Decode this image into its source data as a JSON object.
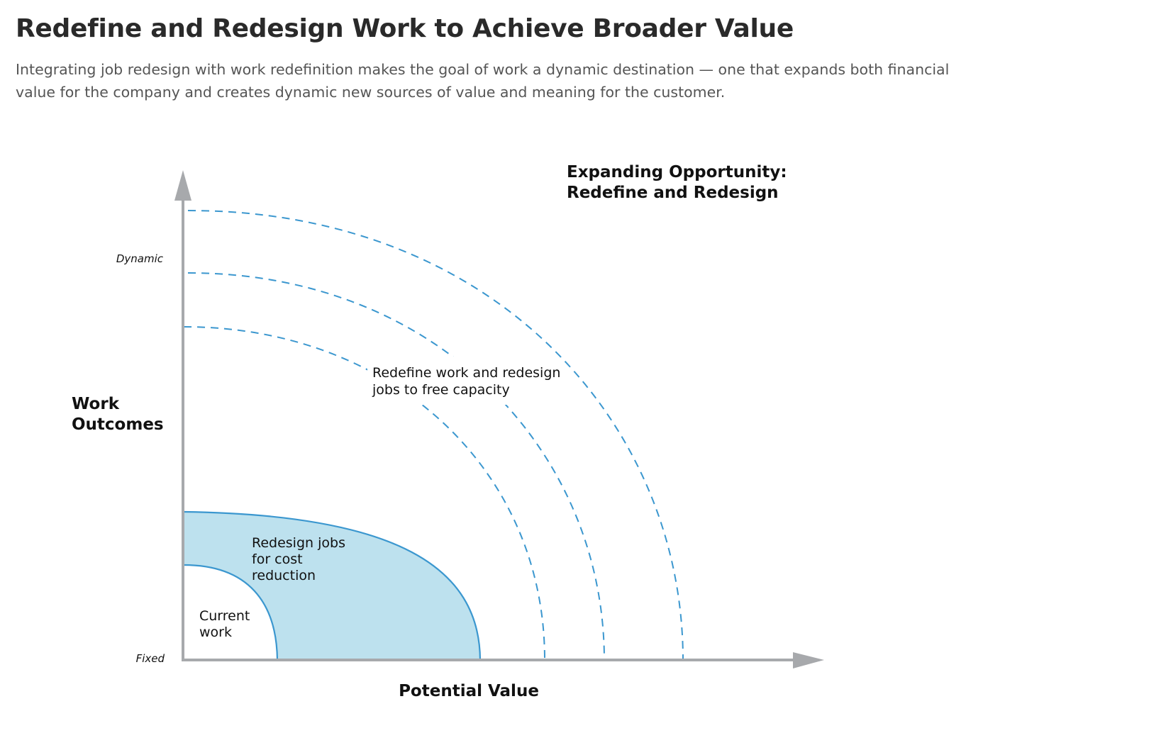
{
  "header": {
    "title": "Redefine and Redesign Work to Achieve Broader Value",
    "subtitle": "Integrating job redesign with work redefinition makes the goal of work a dynamic destination — one that expands both financial value for the company and creates dynamic new sources of value and meaning for the customer."
  },
  "diagram": {
    "y_axis_label": [
      "Work",
      "Outcomes"
    ],
    "x_axis_label": "Potential Value",
    "y_tick_top": "Dynamic",
    "y_tick_bottom": "Fixed",
    "opportunity_title": [
      "Expanding Opportunity:",
      "Redefine and Redesign"
    ],
    "region_current": [
      "Current",
      "work"
    ],
    "region_redesign": [
      "Redesign jobs",
      "for cost",
      "reduction"
    ],
    "region_redefine": [
      "Redefine work and redesign",
      "jobs to free capacity"
    ],
    "colors": {
      "axis": "#a7a9ac",
      "arc": "#3b97cf",
      "fill": "#bde1ee"
    }
  }
}
